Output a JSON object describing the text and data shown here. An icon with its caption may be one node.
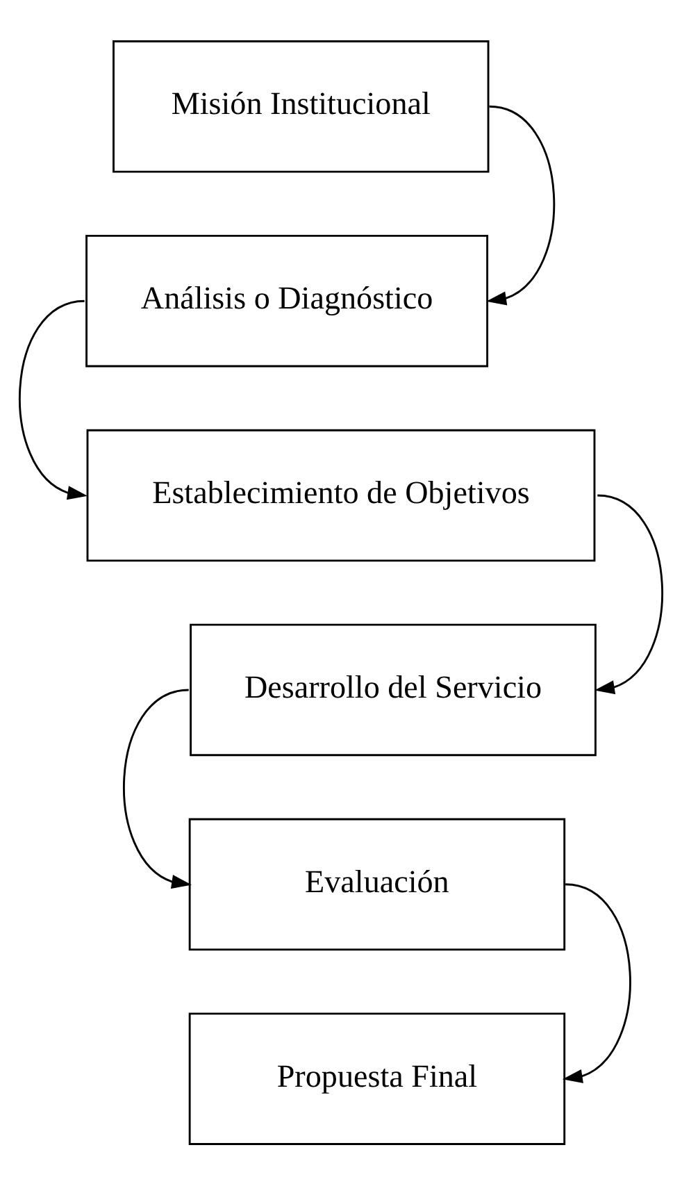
{
  "diagram": {
    "nodes": [
      {
        "text": [
          "Misión Institucional"
        ]
      },
      {
        "text": [
          "Análisis o Diagnóstico"
        ]
      },
      {
        "text": [
          "Establecimiento de Objetivos"
        ]
      },
      {
        "text": [
          "Desarrollo del Servicio"
        ]
      },
      {
        "text": [
          "Evaluación"
        ]
      },
      {
        "text": [
          "Propuesta Final"
        ]
      }
    ],
    "edges": [
      {
        "from": 0,
        "to": 1,
        "arrow": "to"
      },
      {
        "from": 1,
        "to": 2,
        "arrow": "to"
      },
      {
        "from": 2,
        "to": 3,
        "arrow": "to"
      },
      {
        "from": 3,
        "to": 4,
        "arrow": "to"
      },
      {
        "from": 4,
        "to": 5,
        "arrow": "to"
      }
    ]
  }
}
